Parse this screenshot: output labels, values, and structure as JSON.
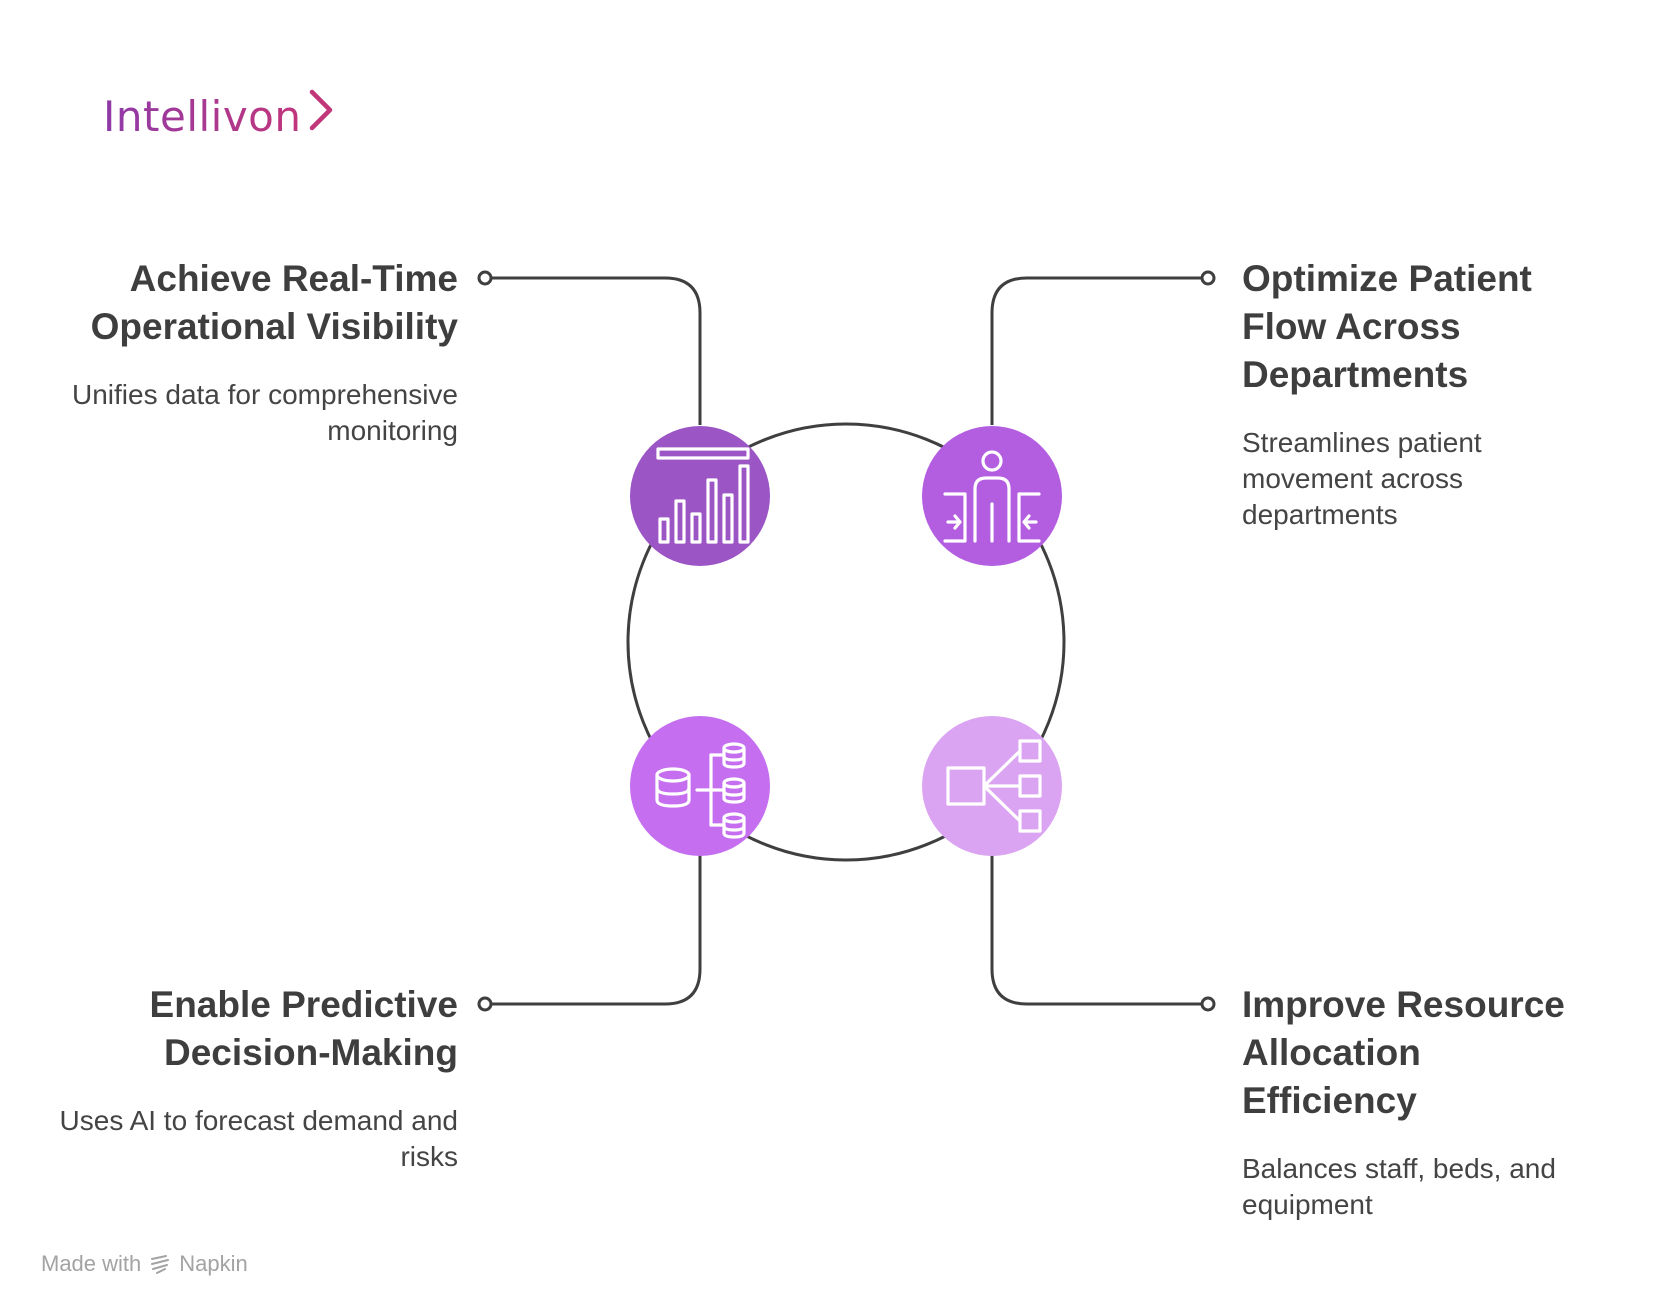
{
  "brand": {
    "name": "Intellivon",
    "gradient_start": "#8e3aa8",
    "gradient_end": "#c2367a"
  },
  "items": [
    {
      "title": "Achieve Real-Time Operational Visibility",
      "description": "Unifies data for comprehensive monitoring",
      "icon": "bar-chart-icon",
      "color": "#9c55c4"
    },
    {
      "title": "Optimize Patient Flow Across Departments",
      "description": "Streamlines patient movement across departments",
      "icon": "patient-flow-icon",
      "color": "#b35de0"
    },
    {
      "title": "Enable Predictive Decision-Making",
      "description": "Uses AI to forecast demand and risks",
      "icon": "database-hierarchy-icon",
      "color": "#c56ff0"
    },
    {
      "title": "Improve Resource Allocation Efficiency",
      "description": "Balances staff, beds, and equipment",
      "icon": "distribution-network-icon",
      "color": "#dba4f2"
    }
  ],
  "footer": {
    "made_with": "Made with",
    "tool": "Napkin",
    "icon": "napkin-logo-icon"
  }
}
